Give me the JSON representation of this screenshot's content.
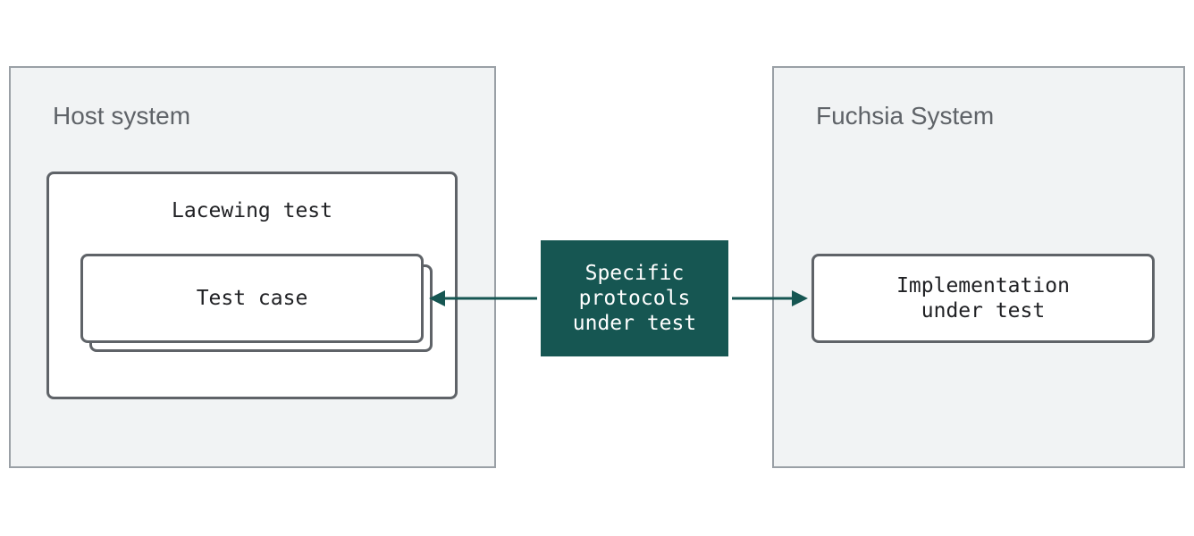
{
  "host": {
    "label": "Host system"
  },
  "fuchsia": {
    "label": "Fuchsia System"
  },
  "lacewing": {
    "label": "Lacewing test"
  },
  "test_case": {
    "label": "Test case"
  },
  "protocol": {
    "label": "Specific\nprotocols\nunder test"
  },
  "implementation": {
    "label": "Implementation\nunder test"
  },
  "colors": {
    "system_fill": "#f1f3f4",
    "system_border": "#9aa0a6",
    "box_border": "#5f6368",
    "protocol_fill": "#165652",
    "arrow": "#165652"
  }
}
